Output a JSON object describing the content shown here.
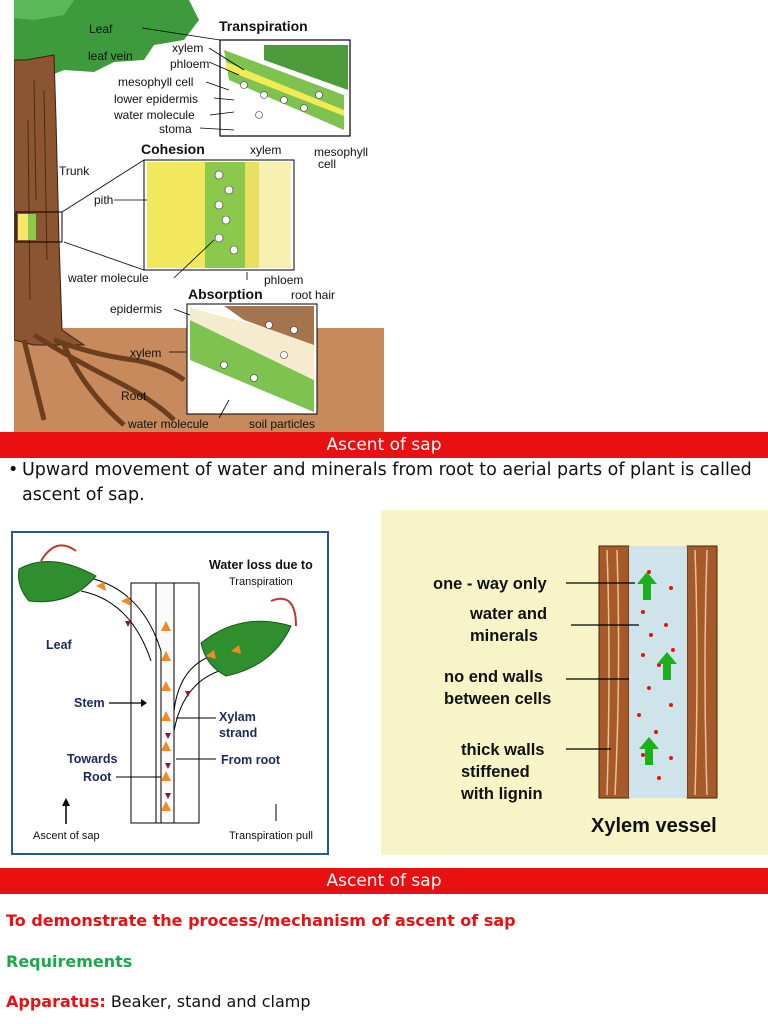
{
  "top_figure": {
    "title_transpiration": "Transpiration",
    "title_cohesion": "Cohesion",
    "title_absorption": "Absorption",
    "labels": {
      "leaf": "Leaf",
      "leaf_vein": "leaf vein",
      "xylem": "xylem",
      "phloem": "phloem",
      "mesophyll_cell": "mesophyll cell",
      "lower_epidermis": "lower epidermis",
      "water_molecule": "water molecule",
      "stoma": "stoma",
      "mesophyll_right": "mesophyll",
      "cell_right": "cell",
      "trunk": "Trunk",
      "pith": "pith",
      "xylem_cohesion": "xylem",
      "water_molecule_mid": "water molecule",
      "phloem_mid": "phloem",
      "epidermis": "epidermis",
      "root_hair": "root hair",
      "xylem_root": "xylem",
      "root": "Root",
      "water_molecule_bottom": "water molecule",
      "soil_particles": "soil particles"
    }
  },
  "banner1": "Ascent of sap",
  "bullet_text": "Upward movement of water and minerals from root to aerial parts of plant is called ascent of sap.",
  "left_figure": {
    "water_loss": "Water loss due to",
    "transpiration": "Transpiration",
    "leaf": "Leaf",
    "stem": "Stem",
    "xylam": "Xylam",
    "strand": "strand",
    "towards": "Towards",
    "root": "Root",
    "from_root": "From root",
    "ascent": "Ascent of sap",
    "pull": "Transpiration pull"
  },
  "right_figure": {
    "one_way": "one - way only",
    "water_and": "water and",
    "minerals": "minerals",
    "no_end_walls": "no end walls",
    "between_cells": "between cells",
    "thick_walls": "thick walls",
    "stiffened": "stiffened",
    "with_lignin": "with lignin",
    "caption": "Xylem vessel"
  },
  "banner2": "Ascent of sap",
  "demo_line": "To demonstrate the process/mechanism of ascent of sap",
  "requirements": "Requirements",
  "apparatus_label": "Apparatus:",
  "apparatus_value": " Beaker, stand and clamp",
  "colors": {
    "banner": "#e81010",
    "demo": "#e81010",
    "requirements": "#1aa84a",
    "leaf_green": "#3a9a3a",
    "soil": "#c9875a",
    "xylem_bg": "#f7f5c8"
  }
}
